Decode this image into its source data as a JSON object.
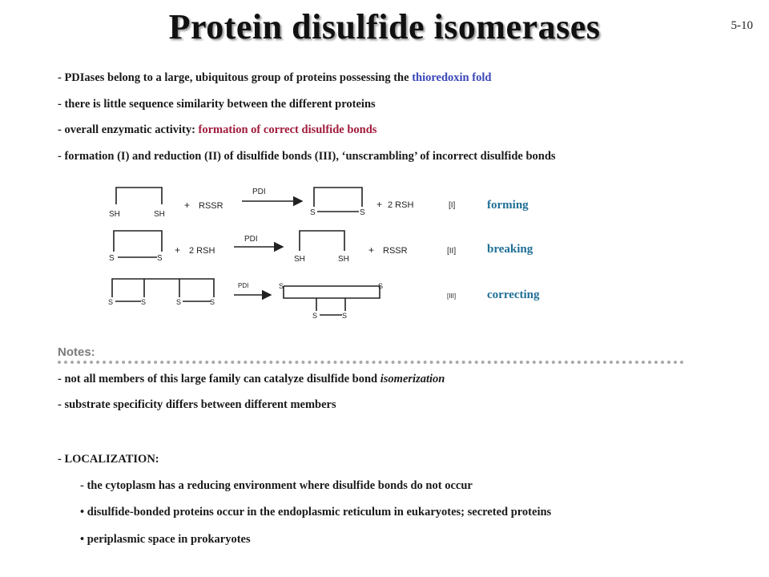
{
  "header": {
    "title": "Protein disulfide isomerases",
    "slide_number": "5-10"
  },
  "bullets": [
    {
      "text": "- PDIases belong to a large, ubiquitous group of proteins possessing the ",
      "highlight": "thioredoxin fold",
      "after": ""
    },
    {
      "text": "- there is little sequence similarity between the different proteins",
      "highlight": "",
      "after": ""
    },
    {
      "text": "- overall enzymatic activity: ",
      "highlight": "formation of correct disulfide bonds",
      "after": ""
    },
    {
      "text": "- formation (I) and reduction (II) of disulfide bonds (III), ‘unscrambling’ of incorrect disulfide bonds",
      "highlight": "",
      "after": ""
    }
  ],
  "diagram": {
    "sh": "SH",
    "s": "S",
    "plus": "+",
    "rssr": "RSSR",
    "rsh2": "2 RSH",
    "pdi": "PDI",
    "tags": [
      "[I]",
      "[II]",
      "[III]"
    ],
    "labels": [
      "forming",
      "breaking",
      "correcting"
    ]
  },
  "notes": {
    "title": "Notes:",
    "items": [
      {
        "text": "- not all members of this large family can catalyze disulfide bond ",
        "italic": "isomerization"
      },
      {
        "text": "- substrate specificity differs between different members",
        "italic": ""
      }
    ]
  },
  "localization": {
    "heading": "- LOCALIZATION:",
    "items": [
      "- the cytoplasm has a reducing environment where disulfide bonds do not occur",
      "• disulfide-bonded proteins occur in the endoplasmic reticulum in eukaryotes; secreted proteins",
      "• periplasmic space in prokaryotes"
    ]
  }
}
